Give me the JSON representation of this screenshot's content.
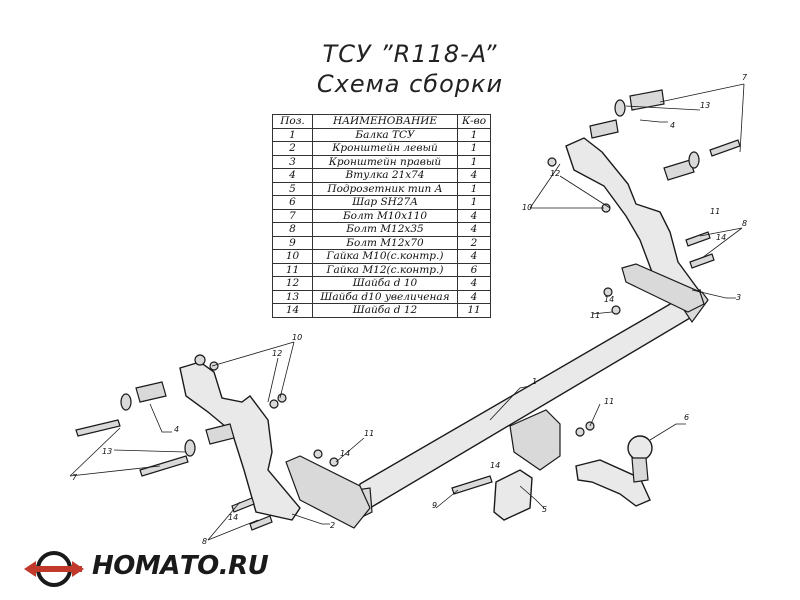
{
  "title": {
    "line1": "ТСУ ”R118-A”",
    "line2": "Схема сборки"
  },
  "table": {
    "headers": [
      "Поз.",
      "НАИМЕНОВАНИЕ",
      "К-во"
    ],
    "rows": [
      [
        "1",
        "Балка ТСУ",
        "1"
      ],
      [
        "2",
        "Кронштейн левый",
        "1"
      ],
      [
        "3",
        "Кронштейн правый",
        "1"
      ],
      [
        "4",
        "Втулка 21х74",
        "4"
      ],
      [
        "5",
        "Подрозетник тип А",
        "1"
      ],
      [
        "6",
        "Шар SH27A",
        "1"
      ],
      [
        "7",
        "Болт М10х110",
        "4"
      ],
      [
        "8",
        "Болт М12х35",
        "4"
      ],
      [
        "9",
        "Болт М12х70",
        "2"
      ],
      [
        "10",
        "Гайка М10(с.контр.)",
        "4"
      ],
      [
        "11",
        "Гайка М12(с.контр.)",
        "6"
      ],
      [
        "12",
        "Шайба d 10",
        "4"
      ],
      [
        "13",
        "Шайба d10 увеличеная",
        "4"
      ],
      [
        "14",
        "Шайба d 12",
        "11"
      ]
    ]
  },
  "callouts": [
    "1",
    "2",
    "3",
    "4",
    "4",
    "5",
    "6",
    "7",
    "7",
    "8",
    "8",
    "9",
    "10",
    "10",
    "11",
    "11",
    "11",
    "11",
    "12",
    "12",
    "13",
    "13",
    "14",
    "14",
    "14",
    "14",
    "14"
  ],
  "logo": {
    "text": "НОМАТО.RU",
    "accent": "#c0392b"
  },
  "colors": {
    "part_fill": "#e9e9e9",
    "line": "#1a1a1a"
  }
}
